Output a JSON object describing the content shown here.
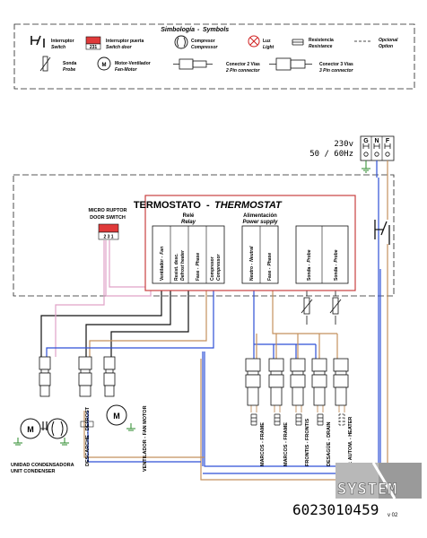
{
  "legend": {
    "title": "Simbología",
    "title_en": "Symbols",
    "items": [
      {
        "es": "Interruptor",
        "en": "Switch"
      },
      {
        "es": "Interruptor puerta",
        "en": "Switch door"
      },
      {
        "es": "Compresor",
        "en": "Compressor"
      },
      {
        "es": "Luz",
        "en": "Light"
      },
      {
        "es": "Resistencia",
        "en": "Resistance"
      },
      {
        "es": "Opcional",
        "en": "Option"
      },
      {
        "es": "Sonda",
        "en": "Probe"
      },
      {
        "es": "Motor-Ventilador",
        "en": "Fan-Motor"
      },
      {
        "es": "Conector 2 Vías",
        "en": "2 Pin connector"
      },
      {
        "es": "Conector 3 Vías",
        "en": "3 Pin connector"
      }
    ]
  },
  "power": {
    "voltage": "230v",
    "frequency": "50 / 60Hz",
    "terminals": [
      "G",
      "N",
      "F"
    ]
  },
  "door_switch": {
    "label_es": "MICRO RUPTOR",
    "label_en": "DOOR SWITCH",
    "pins": "2 3 1"
  },
  "thermostat": {
    "title": "TERMOSTATO",
    "title_en": "THERMOSTAT",
    "relay_es": "Relé",
    "relay_en": "Relay",
    "supply_es": "Alimentación",
    "supply_en": "Power supply",
    "relay_terms": [
      {
        "es": "Ventilador -",
        "en": "Fan"
      },
      {
        "es": "Resist. desc.",
        "en": "Defrost heater"
      },
      {
        "es": "Fase -",
        "en": "Phase"
      },
      {
        "es": "Compresor",
        "en": "Compressor"
      }
    ],
    "supply_terms": [
      {
        "es": "Neutro -",
        "en": "Neutral"
      },
      {
        "es": "Fase -",
        "en": "Phase"
      }
    ],
    "probe_terms": [
      {
        "es": "Sonda -",
        "en": "Probe"
      },
      {
        "es": "Sonda -",
        "en": "Probe"
      }
    ]
  },
  "components": {
    "condensing_unit_es": "UNIDAD CONDENSADORA",
    "condensing_unit_en": "UNIT CONDENSER",
    "motor_letter": "M",
    "defrost": "DESCARCHE - DEFROST",
    "fan_motor": "VENTILADOR - FAN MOTOR",
    "heaters": [
      "MARCOS - FRAME",
      "MARCOS - FRAME",
      "FRONTIS - FRONTIS",
      "DESAGÜE - DRAIN",
      "EVAP. AUTOM. - HEATER"
    ]
  },
  "footer": {
    "part_number": "6023010459",
    "version": "v 02",
    "logo": "SYSTEM"
  }
}
